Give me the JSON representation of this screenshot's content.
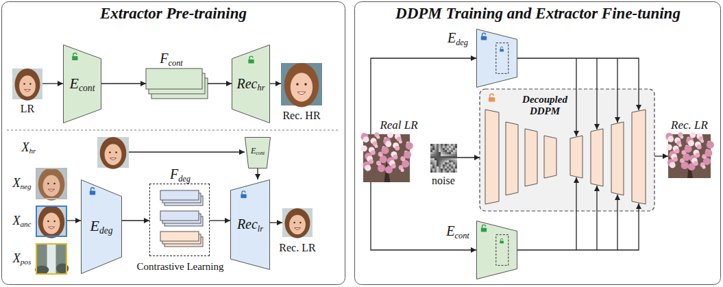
{
  "diagram": {
    "nodes": [
      {
        "text": [
          "Extractor Pre-training"
        ]
      },
      {
        "text": [
          "LR"
        ],
        "in": 0
      },
      {
        "text": [
          "E",
          "cont"
        ],
        "in": 0
      },
      {
        "text": [
          "F",
          "cont"
        ],
        "in": 0
      },
      {
        "text": [
          "Rec",
          "hr"
        ],
        "in": 0
      },
      {
        "text": [
          "Rec. HR"
        ],
        "in": 0
      },
      {
        "text": [
          "X",
          "hr"
        ],
        "in": 0
      },
      {
        "text": [
          "X",
          "neg"
        ],
        "in": 0
      },
      {
        "text": [
          "X",
          "anc"
        ],
        "in": 0
      },
      {
        "text": [
          "X",
          "pos"
        ],
        "in": 0
      },
      {
        "text": [
          "E",
          "deg"
        ],
        "in": 0
      },
      {
        "text": [
          "F",
          "deg",
          "Contrastive Learning"
        ],
        "in": 0
      },
      {
        "text": [
          "E",
          "cont"
        ],
        "in": 0
      },
      {
        "text": [
          "Rec",
          "lr"
        ],
        "in": 0
      },
      {
        "text": [
          "Rec. LR"
        ],
        "in": 0
      },
      {
        "text": [
          "DDPM Training and Extractor Fine-tuning"
        ]
      },
      {
        "text": [
          "Real LR"
        ],
        "in": 15
      },
      {
        "text": [
          "E",
          "deg"
        ],
        "in": 15
      },
      {
        "text": [
          "Decoupled DDPM"
        ],
        "in": 15
      },
      {
        "text": [
          "noise"
        ],
        "in": 15
      },
      {
        "text": [
          "E",
          "cont"
        ],
        "in": 15
      },
      {
        "text": [
          "Rec. LR"
        ],
        "in": 15
      }
    ],
    "edges": [
      {
        "from": 1,
        "to": 2,
        "arrow": "to"
      },
      {
        "from": 2,
        "to": 3,
        "arrow": "to"
      },
      {
        "from": 3,
        "to": 4,
        "arrow": "to"
      },
      {
        "from": 4,
        "to": 5,
        "arrow": "to"
      },
      {
        "from": 6,
        "to": 12,
        "arrow": "to"
      },
      {
        "from": 8,
        "to": 10,
        "arrow": "to"
      },
      {
        "from": 10,
        "to": 11,
        "arrow": "to"
      },
      {
        "from": 11,
        "to": 13,
        "arrow": "to"
      },
      {
        "from": 12,
        "to": 13,
        "arrow": "to"
      },
      {
        "from": 13,
        "to": 14,
        "arrow": "to"
      },
      {
        "from": 16,
        "to": 17,
        "arrow": "to"
      },
      {
        "from": 16,
        "to": 20,
        "arrow": "to"
      },
      {
        "from": 19,
        "to": 18,
        "arrow": "to"
      },
      {
        "from": 17,
        "to": 18,
        "arrow": "to"
      },
      {
        "from": 20,
        "to": 18,
        "arrow": "to"
      },
      {
        "from": 18,
        "to": 21,
        "arrow": "to"
      }
    ]
  }
}
